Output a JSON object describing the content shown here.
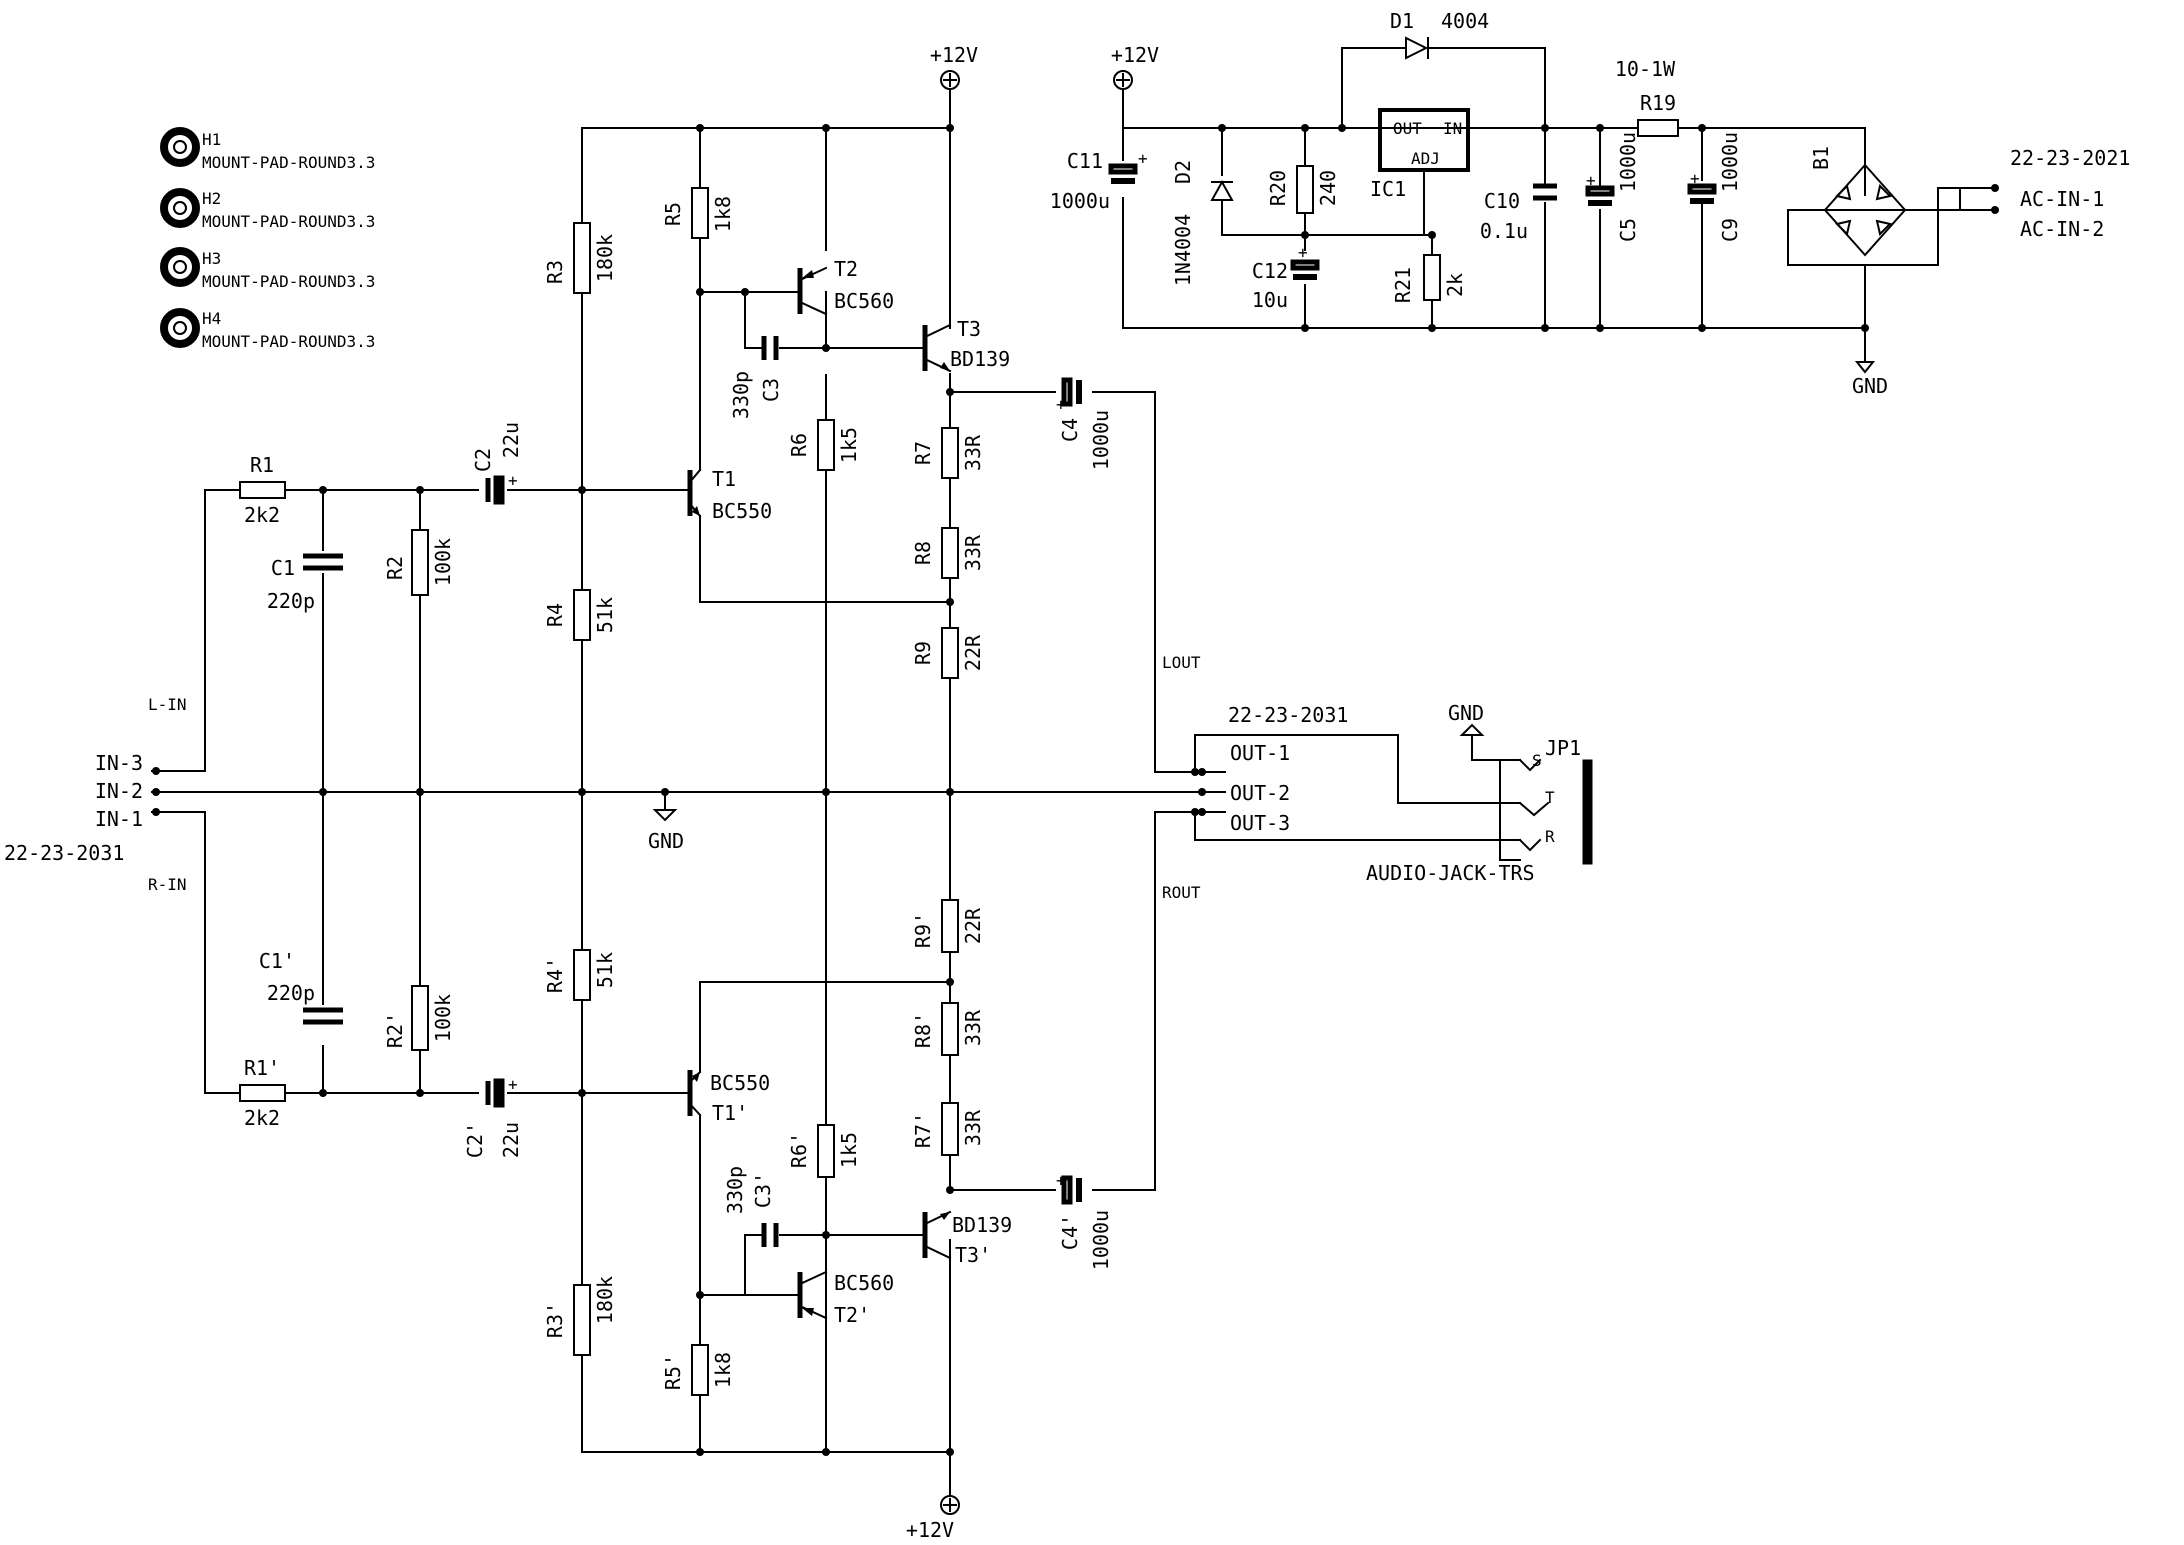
{
  "mount_pads": [
    {
      "ref": "H1",
      "value": "MOUNT-PAD-ROUND3.3"
    },
    {
      "ref": "H2",
      "value": "MOUNT-PAD-ROUND3.3"
    },
    {
      "ref": "H3",
      "value": "MOUNT-PAD-ROUND3.3"
    },
    {
      "ref": "H4",
      "value": "MOUNT-PAD-ROUND3.3"
    }
  ],
  "power": {
    "v12_top_amp": "+12V",
    "v12_bottom_amp": "+12V",
    "v12_psu": "+12V",
    "gnd_center": "GND",
    "gnd_psu": "GND",
    "gnd_jack": "GND"
  },
  "input_connector": {
    "pins": [
      "IN-3",
      "IN-2",
      "IN-1"
    ],
    "part": "22-23-2031",
    "net_left": "L-IN",
    "net_right": "R-IN"
  },
  "output_connector": {
    "part": "22-23-2031",
    "pins": [
      "OUT-1",
      "OUT-2",
      "OUT-3"
    ],
    "net_left": "LOUT",
    "net_right": "ROUT"
  },
  "ac_connector": {
    "part": "22-23-2021",
    "pins": [
      "AC-IN-1",
      "AC-IN-2"
    ]
  },
  "jack": {
    "ref": "JP1",
    "value": "AUDIO-JACK-TRS",
    "pin_s": "S",
    "pin_t": "T",
    "pin_r": "R"
  },
  "left_channel": {
    "R1": {
      "ref": "R1",
      "value": "2k2"
    },
    "C1": {
      "ref": "C1",
      "value": "220p"
    },
    "R2": {
      "ref": "R2",
      "value": "100k"
    },
    "C2": {
      "ref": "C2",
      "value": "22u"
    },
    "R3": {
      "ref": "R3",
      "value": "180k"
    },
    "R4": {
      "ref": "R4",
      "value": "51k"
    },
    "R5": {
      "ref": "R5",
      "value": "1k8"
    },
    "T1": {
      "ref": "T1",
      "value": "BC550"
    },
    "T2": {
      "ref": "T2",
      "value": "BC560"
    },
    "C3": {
      "ref": "C3",
      "value": "330p"
    },
    "R6": {
      "ref": "R6",
      "value": "1k5"
    },
    "T3": {
      "ref": "T3",
      "value": "BD139"
    },
    "R7": {
      "ref": "R7",
      "value": "33R"
    },
    "R8": {
      "ref": "R8",
      "value": "33R"
    },
    "R9": {
      "ref": "R9",
      "value": "22R"
    },
    "C4": {
      "ref": "C4",
      "value": "1000u"
    }
  },
  "right_channel": {
    "R1": {
      "ref": "R1'",
      "value": "2k2"
    },
    "C1": {
      "ref": "C1'",
      "value": "220p"
    },
    "R2": {
      "ref": "R2'",
      "value": "100k"
    },
    "C2": {
      "ref": "C2'",
      "value": "22u"
    },
    "R3": {
      "ref": "R3'",
      "value": "180k"
    },
    "R4": {
      "ref": "R4'",
      "value": "51k"
    },
    "R5": {
      "ref": "R5'",
      "value": "1k8"
    },
    "T1": {
      "ref": "T1'",
      "value": "BC550"
    },
    "T2": {
      "ref": "T2'",
      "value": "BC560"
    },
    "C3": {
      "ref": "C3'",
      "value": "330p"
    },
    "R6": {
      "ref": "R6'",
      "value": "1k5"
    },
    "T3": {
      "ref": "T3'",
      "value": "BD139"
    },
    "R7": {
      "ref": "R7'",
      "value": "33R"
    },
    "R8": {
      "ref": "R8'",
      "value": "33R"
    },
    "R9": {
      "ref": "R9'",
      "value": "22R"
    },
    "C4": {
      "ref": "C4'",
      "value": "1000u"
    }
  },
  "psu": {
    "C11": {
      "ref": "C11",
      "value": "1000u"
    },
    "D2": {
      "ref": "D2",
      "value": "1N4004"
    },
    "R20": {
      "ref": "R20",
      "value": "240"
    },
    "C12": {
      "ref": "C12",
      "value": "10u"
    },
    "IC1": {
      "ref": "IC1",
      "pin_out": "OUT",
      "pin_in": "IN",
      "pin_adj": "ADJ"
    },
    "R21": {
      "ref": "R21",
      "value": "2k"
    },
    "D1": {
      "ref": "D1",
      "value": "4004"
    },
    "C10": {
      "ref": "C10",
      "value": "0.1u"
    },
    "R19": {
      "ref": "R19",
      "value": "10-1W"
    },
    "C5": {
      "ref": "C5",
      "value": "1000u"
    },
    "C9": {
      "ref": "C9",
      "value": "1000u"
    },
    "B1": {
      "ref": "B1"
    }
  }
}
